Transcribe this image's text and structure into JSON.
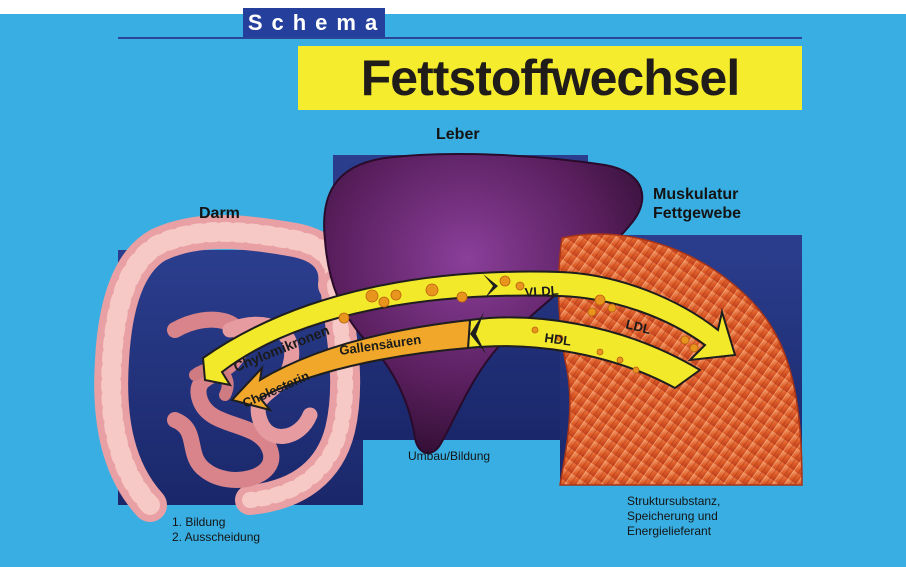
{
  "header": {
    "schema_label": "Schema",
    "title": "Fettstoffwechsel"
  },
  "organs": {
    "liver": {
      "label": "Leber",
      "caption": "Umbau/Bildung"
    },
    "intestine": {
      "label": "Darm",
      "caption": "1. Bildung\n2. Ausscheidung"
    },
    "muscle": {
      "label": "Muskulatur\nFettgewebe",
      "caption": "Struktursubstanz,\nSpeicherung und\nEnergielieferant"
    }
  },
  "arrows": {
    "upper": {
      "left_label": "Chylomikronen",
      "right_labels": [
        "VLDL",
        "LDL"
      ]
    },
    "lower": {
      "left_labels": [
        "Cholesterin",
        "Gallensäuren"
      ],
      "right_label": "HDL"
    }
  },
  "colors": {
    "background": "#39aee2",
    "title_highlight": "#f5ec2e",
    "schema_tag": "#253f9c",
    "arrow_yellow": "#f3e92b",
    "arrow_orange": "#f0a72a"
  }
}
